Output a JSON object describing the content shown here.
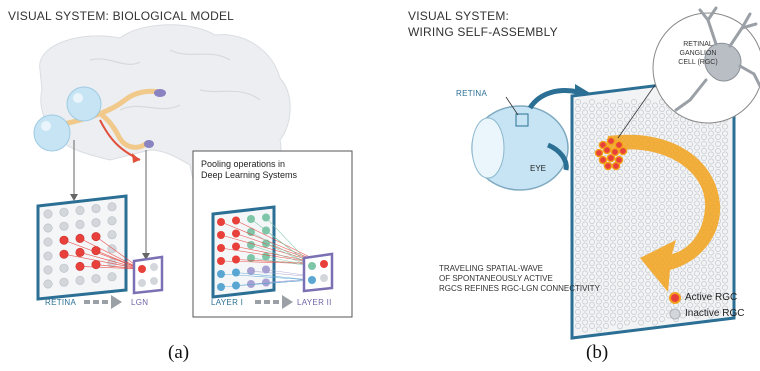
{
  "panel_a": {
    "title": "VISUAL SYSTEM: BIOLOGICAL MODEL",
    "retina_label": "RETINA",
    "lgn_label": "LGN",
    "inset_title_line1": "Pooling operations in",
    "inset_title_line2": "Deep Learning Systems",
    "layer1_label": "LAYER I",
    "layer2_label": "LAYER II",
    "caption": "(a)"
  },
  "panel_b": {
    "title_line1": "VISUAL SYSTEM:",
    "title_line2": "WIRING SELF-ASSEMBLY",
    "retina_label": "RETINA",
    "eye_label": "EYE",
    "rgc_line1": "RETINAL",
    "rgc_line2": "GANGLION",
    "rgc_line3": "CELL (RGC)",
    "wave_line1": "TRAVELING SPATIAL-WAVE",
    "wave_line2": "OF SPONTANEOUSLY ACTIVE",
    "wave_line3": "RGCS REFINES RGC-LGN CONNECTIVITY",
    "legend_active": "Active RGC",
    "legend_inactive": "Inactive RGC",
    "caption": "(b)"
  },
  "colors": {
    "active": "#e8403a",
    "inactive": "#d3d7dc",
    "teal": "#7fc6a9",
    "blue": "#5aa6d2",
    "purple": "#7b70b3",
    "orange": "#f3a21b",
    "brain": "#e9ebee",
    "eye": "#bfe1f2"
  }
}
